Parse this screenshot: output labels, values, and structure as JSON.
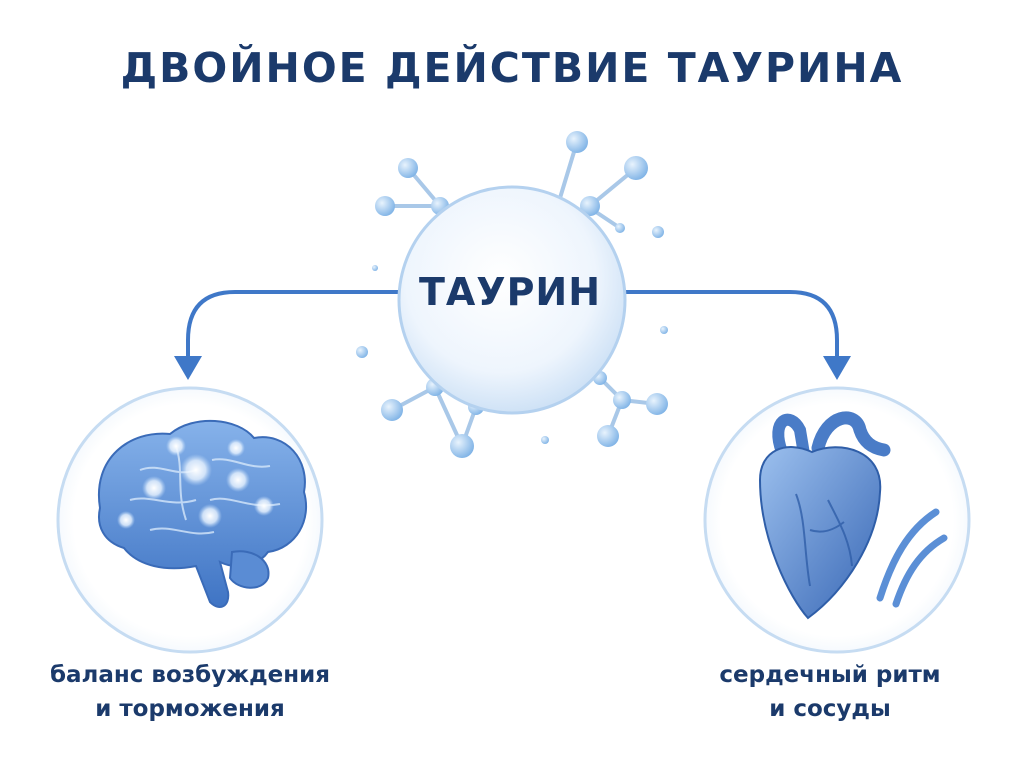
{
  "title": "ДВОЙНОЕ ДЕЙСТВИЕ ТАУРИНА",
  "center": {
    "label": "ТАУРИН"
  },
  "left": {
    "caption_line1": "баланс возбуждения",
    "caption_line2": "и торможения",
    "icon": "brain-icon"
  },
  "right": {
    "caption_line1": "сердечный ритм",
    "caption_line2": "и сосуды",
    "icon": "heart-icon"
  },
  "colors": {
    "text": "#1b3a6b",
    "accent": "#3f78c8",
    "molecule": "#8fbde8",
    "circle_border": "#c6dcf2",
    "organ": "#5b8fd6"
  }
}
